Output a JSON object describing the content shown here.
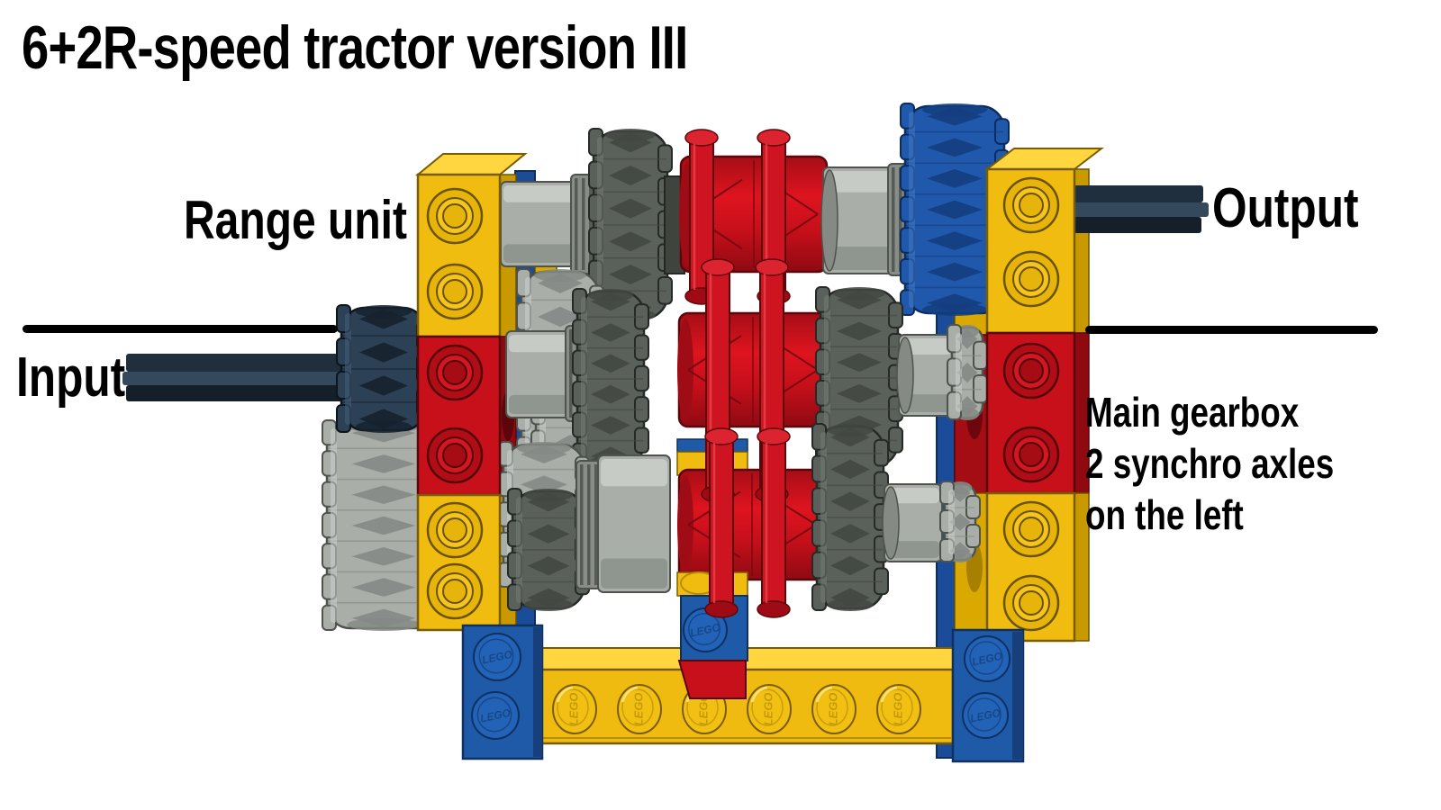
{
  "title": "6+2R-speed tractor version III",
  "labels": {
    "range_unit": "Range unit",
    "input": "Input",
    "output": "Output",
    "main_gearbox_note": "Main gearbox\n2 synchro axles\non the left"
  },
  "lego": {
    "stud_text": "LEGO"
  },
  "colors": {
    "background": "#FFFFFF",
    "text": "#000000",
    "lego_yellow": "#F0BC10",
    "lego_red": "#C8101B",
    "lego_blue": "#1E5AA8",
    "gear_dark_gray": "#5A605A",
    "gear_light_gray": "#A9AEA9",
    "gear_blue": "#2059AC",
    "axle_dark_blue": "#26384A"
  }
}
